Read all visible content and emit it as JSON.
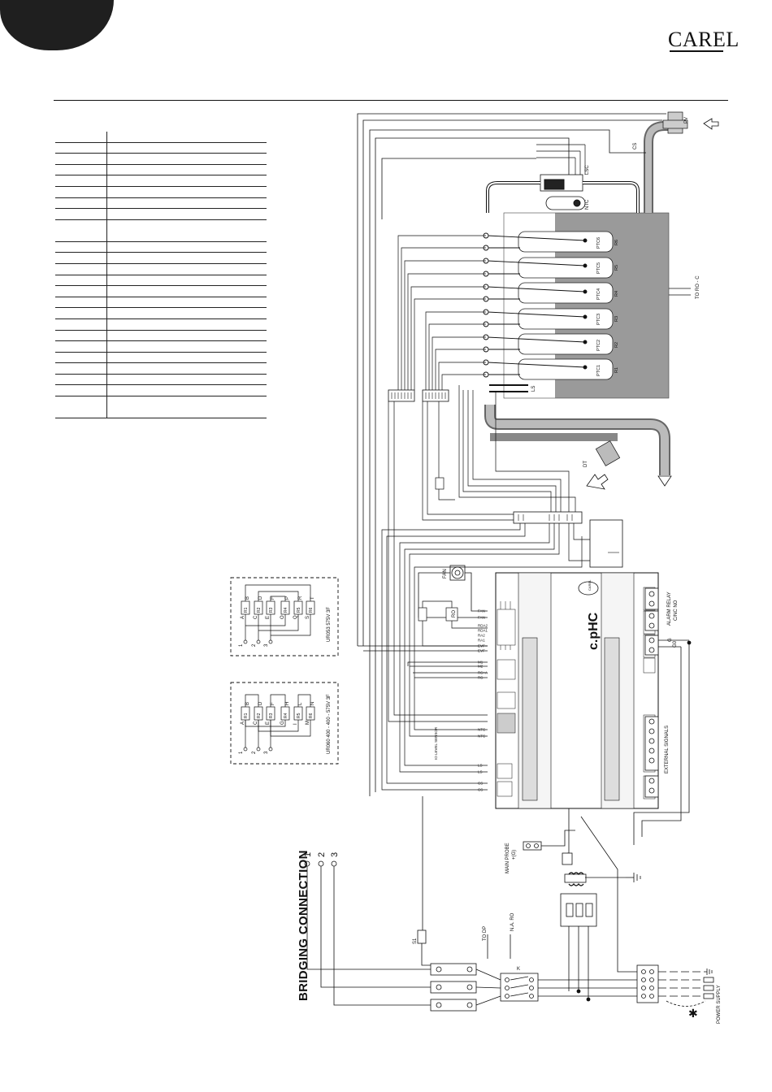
{
  "brand": {
    "logo_text": "CAREL"
  },
  "section": {
    "title": "BRIDGING CONNECTION"
  },
  "labels": {
    "pv": "PV",
    "cs": "CS",
    "lsc": "LSC",
    "ntc": "NTC",
    "ls": "LS",
    "dt": "DT",
    "fan": "FAN",
    "to_ro_c": "TO RO - C",
    "to_dp": "TO DP",
    "n_a_ro": "N.A. RO",
    "main_probe": "MAIN PROBE",
    "main_probe_sub": "+(G)",
    "alarm_relay": "ALARM RELAY",
    "alarm_relay_sub": "C/NC NO",
    "external_signals": "EXTERNAL SIGNALS",
    "power_supply": "POWER SUPPLY",
    "ur053": "UR053 575V 3F",
    "ur060": "UR060 400 - 400 - 575V 3F",
    "k": "K",
    "s1": "S1",
    "io_level": "IO LEVEL SENSOR",
    "ro_box": "RO",
    "controller_brand": "CAREL",
    "controller_model": "c.pHC",
    "g": "G",
    "g0": "G0",
    "star": "✱"
  },
  "heaters": [
    {
      "ptc": "PTC6",
      "r": "R6"
    },
    {
      "ptc": "PTC5",
      "r": "R5"
    },
    {
      "ptc": "PTC4",
      "r": "R4"
    },
    {
      "ptc": "PTC3",
      "r": "R3"
    },
    {
      "ptc": "PTC2",
      "r": "R2"
    },
    {
      "ptc": "PTC1",
      "r": "R1"
    }
  ],
  "controller_terminals": [
    "FAN",
    "FAN",
    "RDA2",
    "RDA1",
    "RA2",
    "RA1",
    "EVF",
    "EVF",
    "M1",
    "M2",
    "RS+A",
    "RS-",
    "NTC",
    "NTC",
    "LS",
    "LS",
    "CS",
    "CS"
  ],
  "bridge_terminals": [
    "1",
    "2",
    "3"
  ],
  "connection_letters_ur053": [
    "A",
    "B",
    "C",
    "D",
    "E",
    "F",
    "O",
    "P",
    "Q",
    "R",
    "S",
    "T"
  ],
  "connection_letters_ur060": [
    "A",
    "B",
    "C",
    "D",
    "E",
    "F",
    "G",
    "H",
    "I",
    "L",
    "M",
    "N"
  ],
  "resistor_labels": [
    "R1",
    "R2",
    "R3",
    "R4",
    "R5",
    "R6"
  ],
  "bridge_numbers": [
    "1",
    "2",
    "3"
  ]
}
